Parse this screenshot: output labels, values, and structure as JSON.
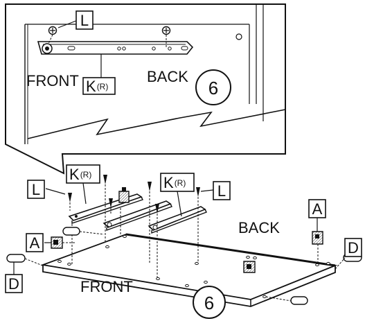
{
  "inset": {
    "labels": {
      "front": "FRONT",
      "back": "BACK",
      "hardware_l": "L",
      "runner_k": "K",
      "runner_side": "(R)"
    },
    "step_number": "6"
  },
  "main": {
    "labels": {
      "front": "FRONT",
      "back": "BACK",
      "cam_a": "A",
      "dowel_d": "D",
      "hardware_l": "L",
      "runner_k": "K",
      "runner_side": "(R)"
    },
    "step_number": "6"
  }
}
